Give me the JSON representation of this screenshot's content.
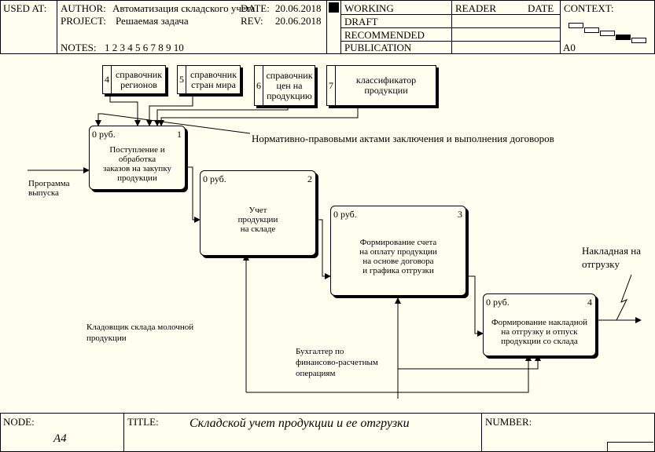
{
  "header": {
    "used_at_label": "USED AT:",
    "author_label": "AUTHOR:",
    "author_value": "Автоматизация складского учета",
    "project_label": "PROJECT:",
    "project_value": "Решаемая задача",
    "date_label": "DATE:",
    "date_value": "20.06.2018",
    "rev_label": "REV:",
    "rev_value": "20.06.2018",
    "notes_label": "NOTES:",
    "notes_numbers": "1  2  3  4  5  6  7  8  9  10",
    "status": [
      "WORKING",
      "DRAFT",
      "RECOMMENDED",
      "PUBLICATION"
    ],
    "reader_label": "READER",
    "reader_date_label": "DATE",
    "context_label": "CONTEXT:",
    "context_node": "A0"
  },
  "tunnels": [
    {
      "num": "4",
      "label": "справочник\nрегионов"
    },
    {
      "num": "5",
      "label": "справочник\nстран мира"
    },
    {
      "num": "6",
      "label": "справочник\nцен на\nпродукцию"
    },
    {
      "num": "7",
      "label": "классификатор\nпродукции"
    }
  ],
  "activities": [
    {
      "cost": "0 руб.",
      "num": "1",
      "label": "Поступление и\nобработка\nзаказов на закупку\nпродукции"
    },
    {
      "cost": "0 руб.",
      "num": "2",
      "label": "Учет\nпродукции\nна складе"
    },
    {
      "cost": "0 руб.",
      "num": "3",
      "label": "Формирование счета\nна оплату продукции\nна основе договора\nи графика отгрузки"
    },
    {
      "cost": "0 руб.",
      "num": "4",
      "label": "Формирование накладной\nна отгрузку и отпуск\nпродукции со склада"
    }
  ],
  "arrows": {
    "control_norm": "Нормативно-правовыми актами заключения и выполнения договоров",
    "input_program": "Программа\nвыпуска",
    "output_invoice": "Накладная на\nотгрузку",
    "mech_storekeeper": "Кладовщик склада молочной\nпродукции",
    "mech_accountant": "Бухгалтер по\nфинансово-расчетным\nоперациям"
  },
  "footer": {
    "node_label": "NODE:",
    "node_value": "A4",
    "title_label": "TITLE:",
    "title_value": "Складской учет  продукции  и ее отгрузки",
    "number_label": "NUMBER:"
  }
}
